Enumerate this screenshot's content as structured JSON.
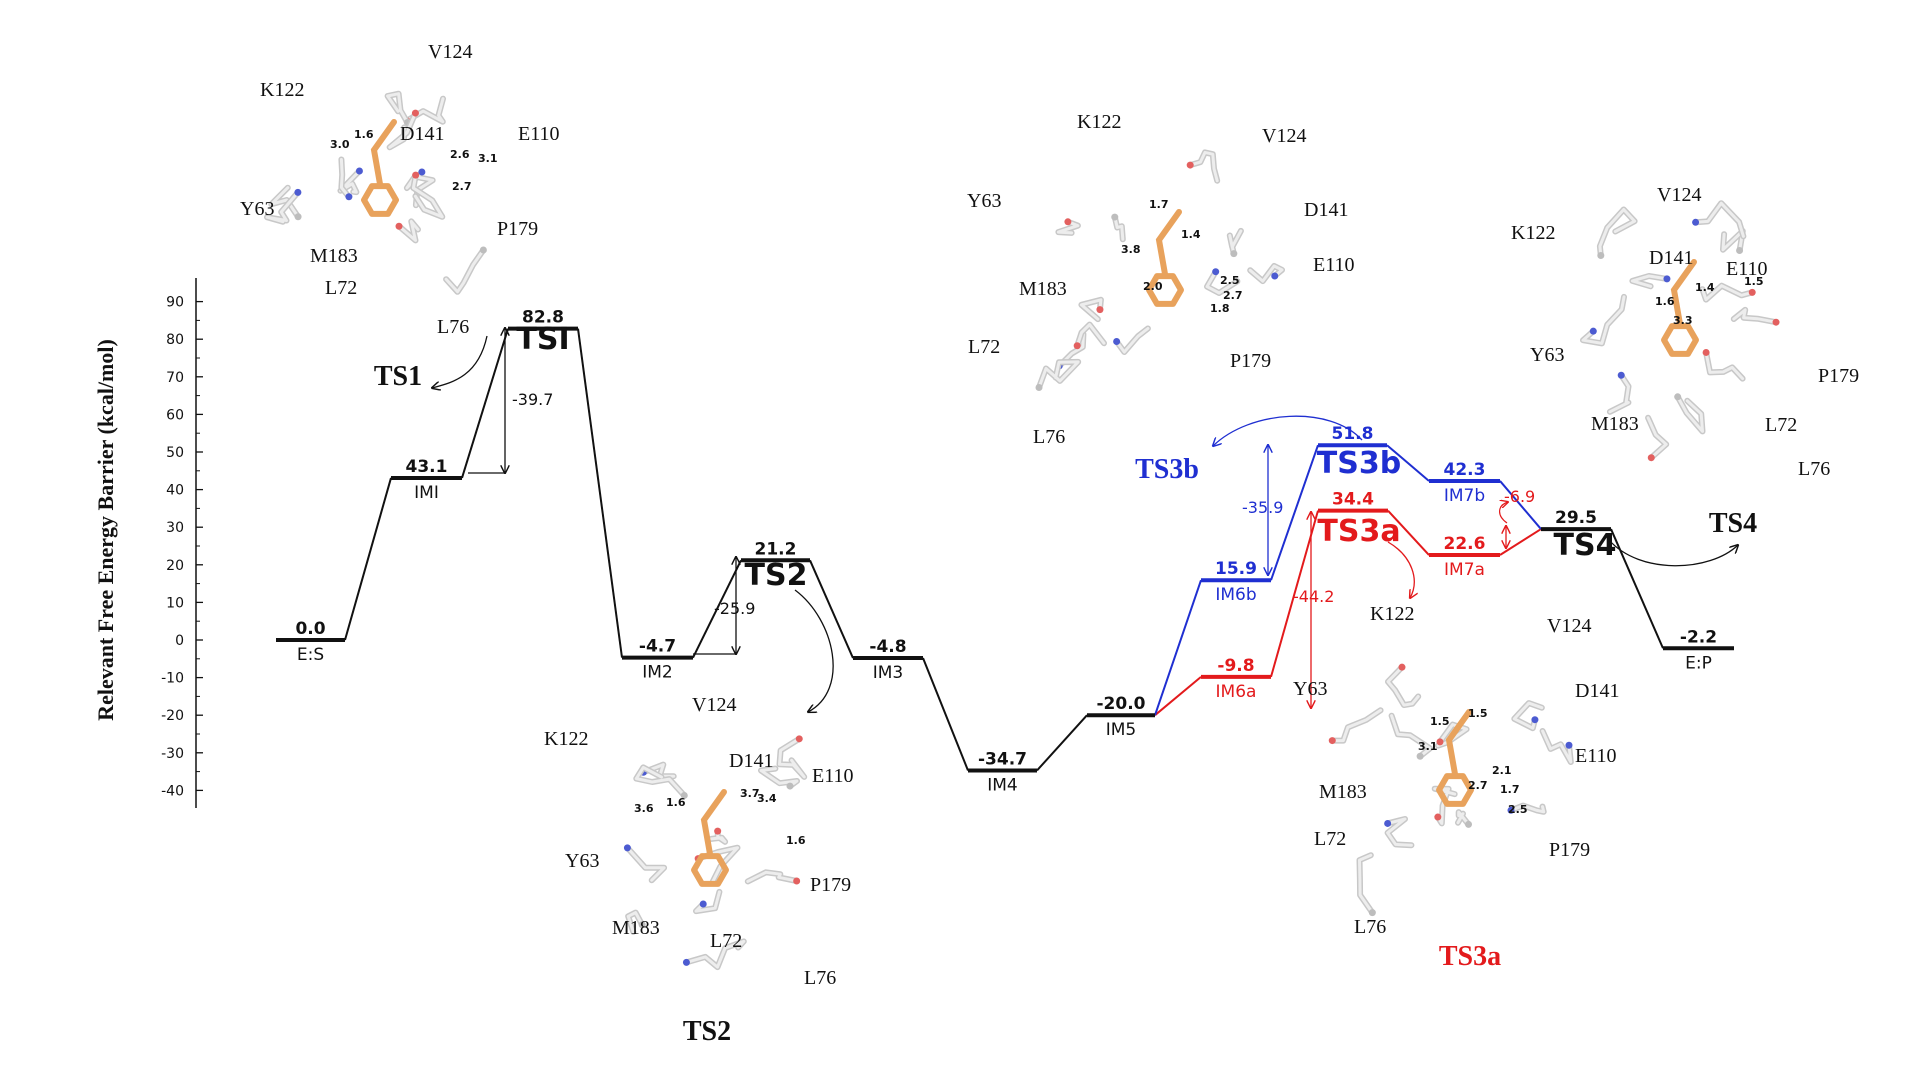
{
  "colors": {
    "main": "#111111",
    "path_a": "#e31a1c",
    "path_b": "#1f2fd1",
    "carbon": "#d9d9d9",
    "ligand": "#e8a25c",
    "oxygen": "#e3605f",
    "nitrogen": "#4c5bd1",
    "sulfur": "#e6d25a"
  },
  "chart_data": {
    "type": "energy-profile",
    "ylabel": "Relevant Free Energy Barrier (kcal/mol)",
    "yticks": [
      90,
      80,
      70,
      60,
      50,
      40,
      30,
      20,
      10,
      0,
      -10,
      -20,
      -30,
      -40
    ],
    "ylim": [
      -45,
      93
    ],
    "series": [
      {
        "path": "main",
        "states": [
          {
            "label": "E:S",
            "energy": 0.0,
            "value_text": "0.0"
          },
          {
            "label": "IMI",
            "energy": 43.1,
            "value_text": "43.1"
          },
          {
            "label": "TSI",
            "energy": 82.8,
            "value_text": "82.8"
          },
          {
            "label": "IM2",
            "energy": -4.7,
            "value_text": "-4.7"
          },
          {
            "label": "TS2",
            "energy": 21.2,
            "value_text": "21.2"
          },
          {
            "label": "IM3",
            "energy": -4.8,
            "value_text": "-4.8"
          },
          {
            "label": "IM4",
            "energy": -34.7,
            "value_text": "-34.7"
          },
          {
            "label": "IM5",
            "energy": -20.0,
            "value_text": "-20.0"
          }
        ]
      },
      {
        "path": "a",
        "states": [
          {
            "label": "IM6a",
            "energy": -9.8,
            "value_text": "-9.8"
          },
          {
            "label": "TS3a",
            "energy": 34.4,
            "value_text": "34.4"
          },
          {
            "label": "IM7a",
            "energy": 22.6,
            "value_text": "22.6"
          }
        ]
      },
      {
        "path": "b",
        "states": [
          {
            "label": "IM6b",
            "energy": 15.9,
            "value_text": "15.9"
          },
          {
            "label": "TS3b",
            "energy": 51.8,
            "value_text": "51.8"
          },
          {
            "label": "IM7b",
            "energy": 42.3,
            "value_text": "42.3"
          }
        ]
      },
      {
        "path": "main2",
        "states": [
          {
            "label": "TS4",
            "energy": 29.5,
            "value_text": "29.5"
          },
          {
            "label": "E:P",
            "energy": -2.2,
            "value_text": "-2.2"
          }
        ]
      }
    ],
    "barriers": [
      {
        "text": "-39.7",
        "path": "main"
      },
      {
        "text": "-25.9",
        "path": "main"
      },
      {
        "text": "-35.9",
        "path": "b"
      },
      {
        "text": "-44.2",
        "path": "a"
      },
      {
        "text": "-6.9",
        "path": "a"
      }
    ],
    "structures": [
      {
        "title": "TS1",
        "residues": [
          "K122",
          "V124",
          "D141",
          "E110",
          "Y63",
          "P179",
          "M183",
          "L72",
          "L76"
        ],
        "distances": [
          "1.6",
          "3.0",
          "2.6",
          "3.1",
          "2.7"
        ]
      },
      {
        "title": "TS2",
        "residues": [
          "V124",
          "K122",
          "D141",
          "E110",
          "Y63",
          "P179",
          "M183",
          "L72",
          "L76"
        ],
        "distances": [
          "3.7",
          "3.6",
          "1.6",
          "3.4",
          "1.6"
        ]
      },
      {
        "title": "TS3b",
        "residues": [
          "K122",
          "V124",
          "Y63",
          "D141",
          "E110",
          "M183",
          "L72",
          "P179",
          "L76"
        ],
        "distances": [
          "1.7",
          "1.4",
          "3.8",
          "2.5",
          "2.0",
          "2.7",
          "1.8"
        ]
      },
      {
        "title": "TS3a",
        "residues": [
          "K122",
          "V124",
          "Y63",
          "D141",
          "E110",
          "M183",
          "L72",
          "P179",
          "L76"
        ],
        "distances": [
          "1.5",
          "1.5",
          "3.1",
          "2.1",
          "2.7",
          "1.7",
          "2.5"
        ]
      },
      {
        "title": "TS4",
        "residues": [
          "V124",
          "K122",
          "D141",
          "E110",
          "Y63",
          "P179",
          "M183",
          "L72",
          "L76"
        ],
        "distances": [
          "1.6",
          "1.4",
          "1.5",
          "3.3"
        ]
      }
    ]
  }
}
